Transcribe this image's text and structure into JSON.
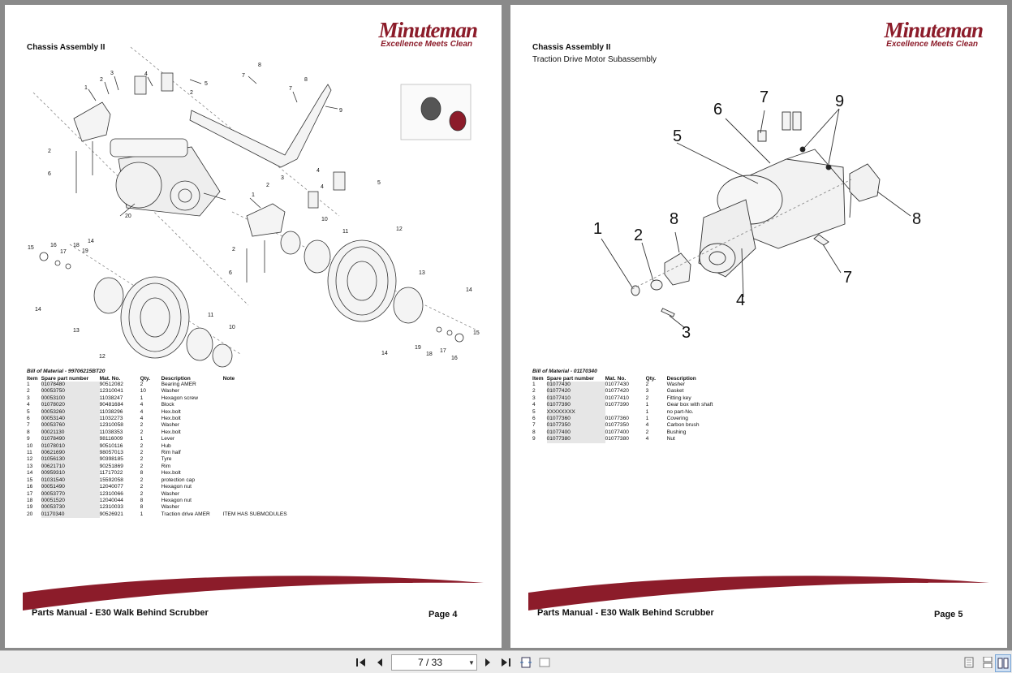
{
  "brand": {
    "name": "Minuteman",
    "tagline": "Excellence Meets Clean"
  },
  "left_page": {
    "title": "Chassis Assembly II",
    "bom_title": "Bill of Material - 99706215BT20",
    "columns": [
      "Item",
      "Spare part number",
      "Mat. No.",
      "Qty.",
      "Description",
      "Note"
    ],
    "rows": [
      [
        "1",
        "01078480",
        "90512082",
        "2",
        "Bearing AMER",
        ""
      ],
      [
        "2",
        "00053750",
        "12310041",
        "10",
        "Washer",
        ""
      ],
      [
        "3",
        "00053100",
        "11038247",
        "1",
        "Hexagon screw",
        ""
      ],
      [
        "4",
        "01078020",
        "90481684",
        "4",
        "Block",
        ""
      ],
      [
        "5",
        "00053260",
        "11038296",
        "4",
        "Hex.bolt",
        ""
      ],
      [
        "6",
        "00053140",
        "11032273",
        "4",
        "Hex.bolt",
        ""
      ],
      [
        "7",
        "00053760",
        "12310058",
        "2",
        "Washer",
        ""
      ],
      [
        "8",
        "00021130",
        "11038353",
        "2",
        "Hex.bolt",
        ""
      ],
      [
        "9",
        "01078490",
        "98116009",
        "1",
        "Lever",
        ""
      ],
      [
        "10",
        "01078010",
        "90510116",
        "2",
        "Hub",
        ""
      ],
      [
        "11",
        "00621690",
        "98057013",
        "2",
        "Rim half",
        ""
      ],
      [
        "12",
        "01056130",
        "90398185",
        "2",
        "Tyre",
        ""
      ],
      [
        "13",
        "00621710",
        "90251869",
        "2",
        "Rim",
        ""
      ],
      [
        "14",
        "00959310",
        "11717022",
        "8",
        "Hex.bolt",
        ""
      ],
      [
        "15",
        "01031540",
        "15592058",
        "2",
        "protection cap",
        ""
      ],
      [
        "16",
        "00051490",
        "12040077",
        "2",
        "Hexagon nut",
        ""
      ],
      [
        "17",
        "00053770",
        "12310066",
        "2",
        "Washer",
        ""
      ],
      [
        "18",
        "00051520",
        "12040044",
        "8",
        "Hexagon nut",
        ""
      ],
      [
        "19",
        "00053730",
        "12310033",
        "8",
        "Washer",
        ""
      ],
      [
        "20",
        "01170340",
        "90526921",
        "1",
        "Traction drive AMER",
        "ITEM HAS SUBMODULES"
      ]
    ],
    "footer_title": "Parts Manual - E30 Walk Behind Scrubber",
    "footer_page": "Page 4"
  },
  "right_page": {
    "title": "Chassis Assembly II",
    "subtitle": "Traction Drive Motor Subassembly",
    "bom_title": "Bill of Material - 01170340",
    "columns": [
      "Item",
      "Spare part number",
      "Mat. No.",
      "Qty.",
      "Description"
    ],
    "rows": [
      [
        "1",
        "01077430",
        "01077430",
        "2",
        "Washer"
      ],
      [
        "2",
        "01077420",
        "01077420",
        "3",
        "Gasket"
      ],
      [
        "3",
        "01077410",
        "01077410",
        "2",
        "Fitting key"
      ],
      [
        "4",
        "01077390",
        "01077390",
        "1",
        "Gear box with shaft"
      ],
      [
        "5",
        "XXXXXXXX",
        "",
        "1",
        "no part-No."
      ],
      [
        "6",
        "01077360",
        "01077360",
        "1",
        "Covering"
      ],
      [
        "7",
        "01077350",
        "01077350",
        "4",
        "Carbon brush"
      ],
      [
        "8",
        "01077400",
        "01077400",
        "2",
        "Bushing"
      ],
      [
        "9",
        "01077380",
        "01077380",
        "4",
        "Nut"
      ]
    ],
    "footer_title": "Parts Manual - E30 Walk Behind Scrubber",
    "footer_page": "Page 5"
  },
  "left_callouts": [
    "1",
    "2",
    "3",
    "4",
    "2",
    "5",
    "8",
    "7",
    "7",
    "8",
    "9",
    "2",
    "6",
    "20",
    "3",
    "4",
    "2",
    "5",
    "1",
    "4",
    "10",
    "11",
    "12",
    "2",
    "6",
    "15",
    "16",
    "17",
    "18",
    "19",
    "14",
    "14",
    "13",
    "11",
    "10",
    "12",
    "13",
    "14",
    "15",
    "14",
    "19",
    "18",
    "17",
    "16"
  ],
  "right_callouts": [
    "1",
    "2",
    "3",
    "4",
    "5",
    "6",
    "7",
    "7",
    "8",
    "8",
    "9"
  ],
  "toolbar": {
    "page_indicator": "7 / 33",
    "icons": [
      "first-page-icon",
      "prev-page-icon",
      "next-page-icon",
      "last-page-icon",
      "fit-page-icon",
      "fit-width-icon",
      "single-page-icon",
      "continuous-page-icon",
      "two-page-icon"
    ]
  }
}
